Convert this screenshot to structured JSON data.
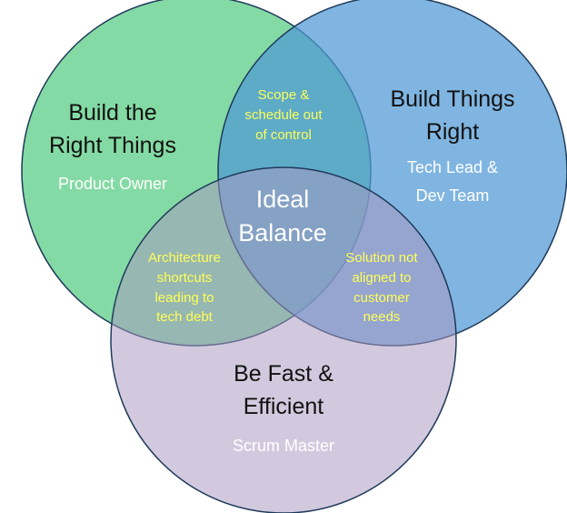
{
  "circles": {
    "right_things": {
      "title_lines": [
        "Build the",
        "Right Things"
      ],
      "role": "Product Owner",
      "color": "#6fd394"
    },
    "things_right": {
      "title_lines": [
        "Build Things",
        "Right"
      ],
      "role_lines": [
        "Tech Lead &",
        "Dev Team"
      ],
      "color": "#6aa9de"
    },
    "fast": {
      "title_lines": [
        "Be Fast &",
        "Efficient"
      ],
      "role": "Scrum Master",
      "color": "#cbc0d8"
    }
  },
  "overlaps": {
    "top": [
      "Scope &",
      "schedule out",
      "of control"
    ],
    "left": [
      "Architecture",
      "shortcuts",
      "leading to",
      "tech debt"
    ],
    "right": [
      "Solution not",
      "aligned to",
      "customer",
      "needs"
    ],
    "center": [
      "Ideal",
      "Balance"
    ]
  },
  "colors": {
    "outline": "#1f3a5a",
    "overlap_text": "#ffff55",
    "role_text": "#ffffff"
  }
}
